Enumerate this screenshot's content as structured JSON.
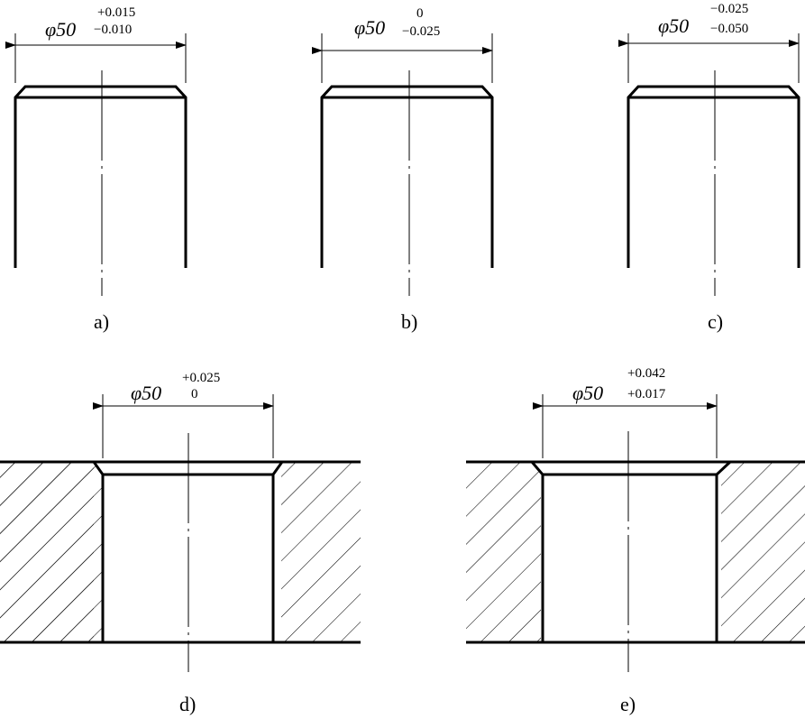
{
  "drawings": {
    "a": {
      "caption": "a)",
      "nominal": "φ50",
      "upper": "+0.015",
      "lower": "−0.010"
    },
    "b": {
      "caption": "b)",
      "nominal": "φ50",
      "upper": "0",
      "lower": "−0.025"
    },
    "c": {
      "caption": "c)",
      "nominal": "φ50",
      "upper": "−0.025",
      "lower": "−0.050"
    },
    "d": {
      "caption": "d)",
      "nominal": "φ50",
      "upper": "+0.025",
      "lower": "0"
    },
    "e": {
      "caption": "e)",
      "nominal": "φ50",
      "upper": "+0.042",
      "lower": "+0.017"
    }
  }
}
